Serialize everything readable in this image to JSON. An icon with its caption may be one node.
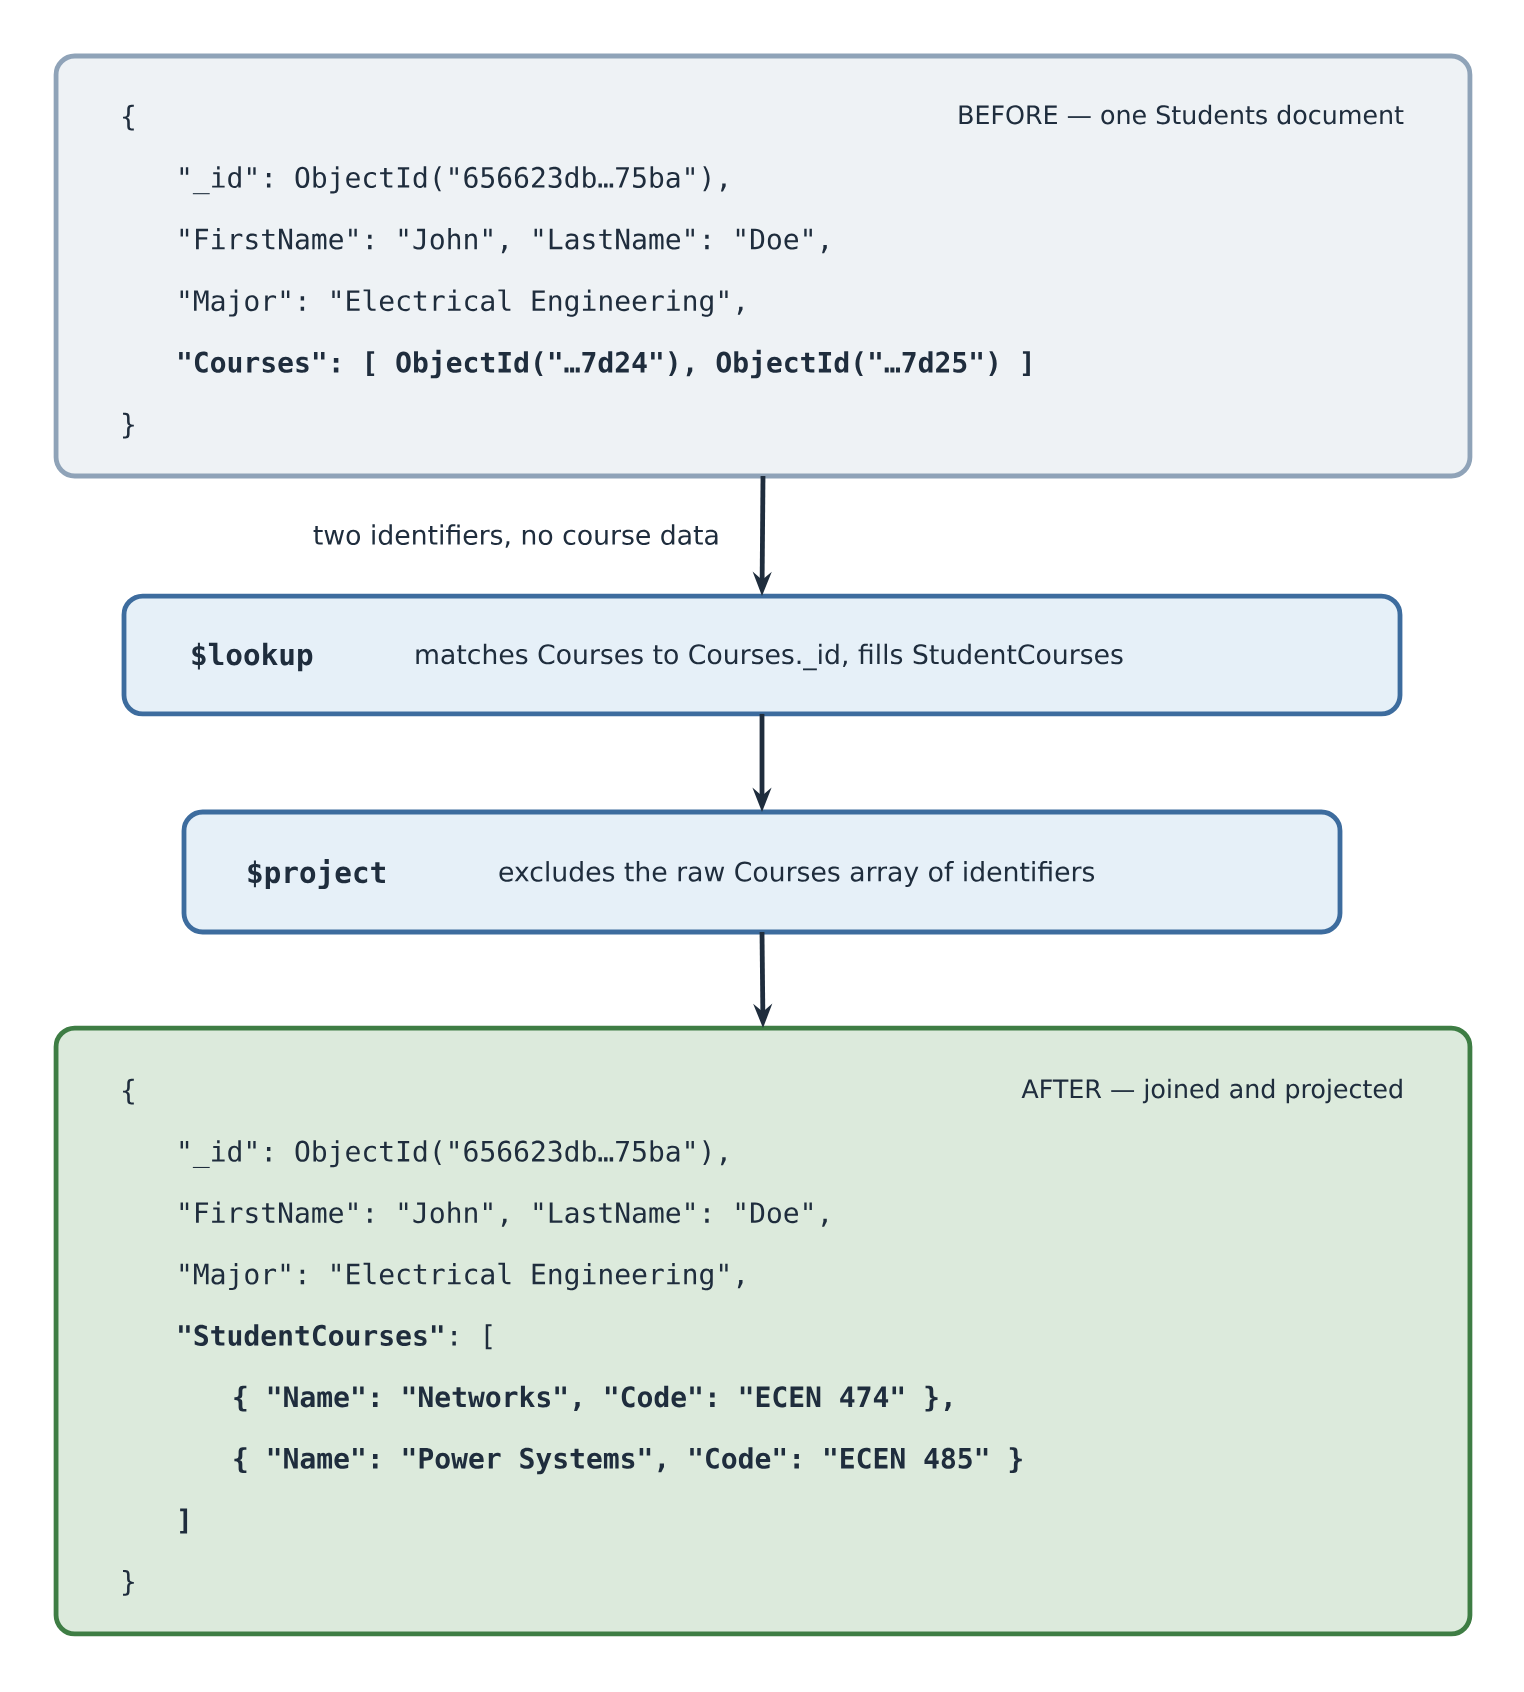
{
  "diagram": {
    "nodes": [
      {
        "text": [
          "BEFORE — one Students document",
          "{",
          "\"_id\": ObjectId(\"656623db…75ba\"),",
          "\"FirstName\": \"John\", \"LastName\": \"Doe\",",
          "\"Major\": \"Electrical Engineering\",",
          "**\"Courses\": [ ObjectId(\"…7d24\"), ObjectId(\"…7d25\") ]**",
          "}"
        ]
      },
      {
        "text": [
          "$lookup",
          "matches Courses to Courses._id, fills StudentCourses"
        ]
      },
      {
        "text": [
          "$project",
          "excludes the raw Courses array of identifiers"
        ]
      },
      {
        "text": [
          "AFTER — joined and projected",
          "{",
          "\"_id\": ObjectId(\"656623db…75ba\"),",
          "\"FirstName\": \"John\", \"LastName\": \"Doe\",",
          "\"Major\": \"Electrical Engineering\",",
          "**\"StudentCourses\"**: [",
          "**{ \"Name\": \"Networks\", \"Code\": \"ECEN 474\" },**",
          "**{ \"Name\": \"Power Systems\", \"Code\": \"ECEN 485\" }**",
          "**]**",
          "}"
        ]
      }
    ],
    "edges": [
      {
        "from": 0,
        "to": 1,
        "arrow": "to",
        "label": "two identifiers, no course data"
      },
      {
        "from": 1,
        "to": 2,
        "arrow": "to"
      },
      {
        "from": 2,
        "to": 3,
        "arrow": "to"
      }
    ]
  }
}
